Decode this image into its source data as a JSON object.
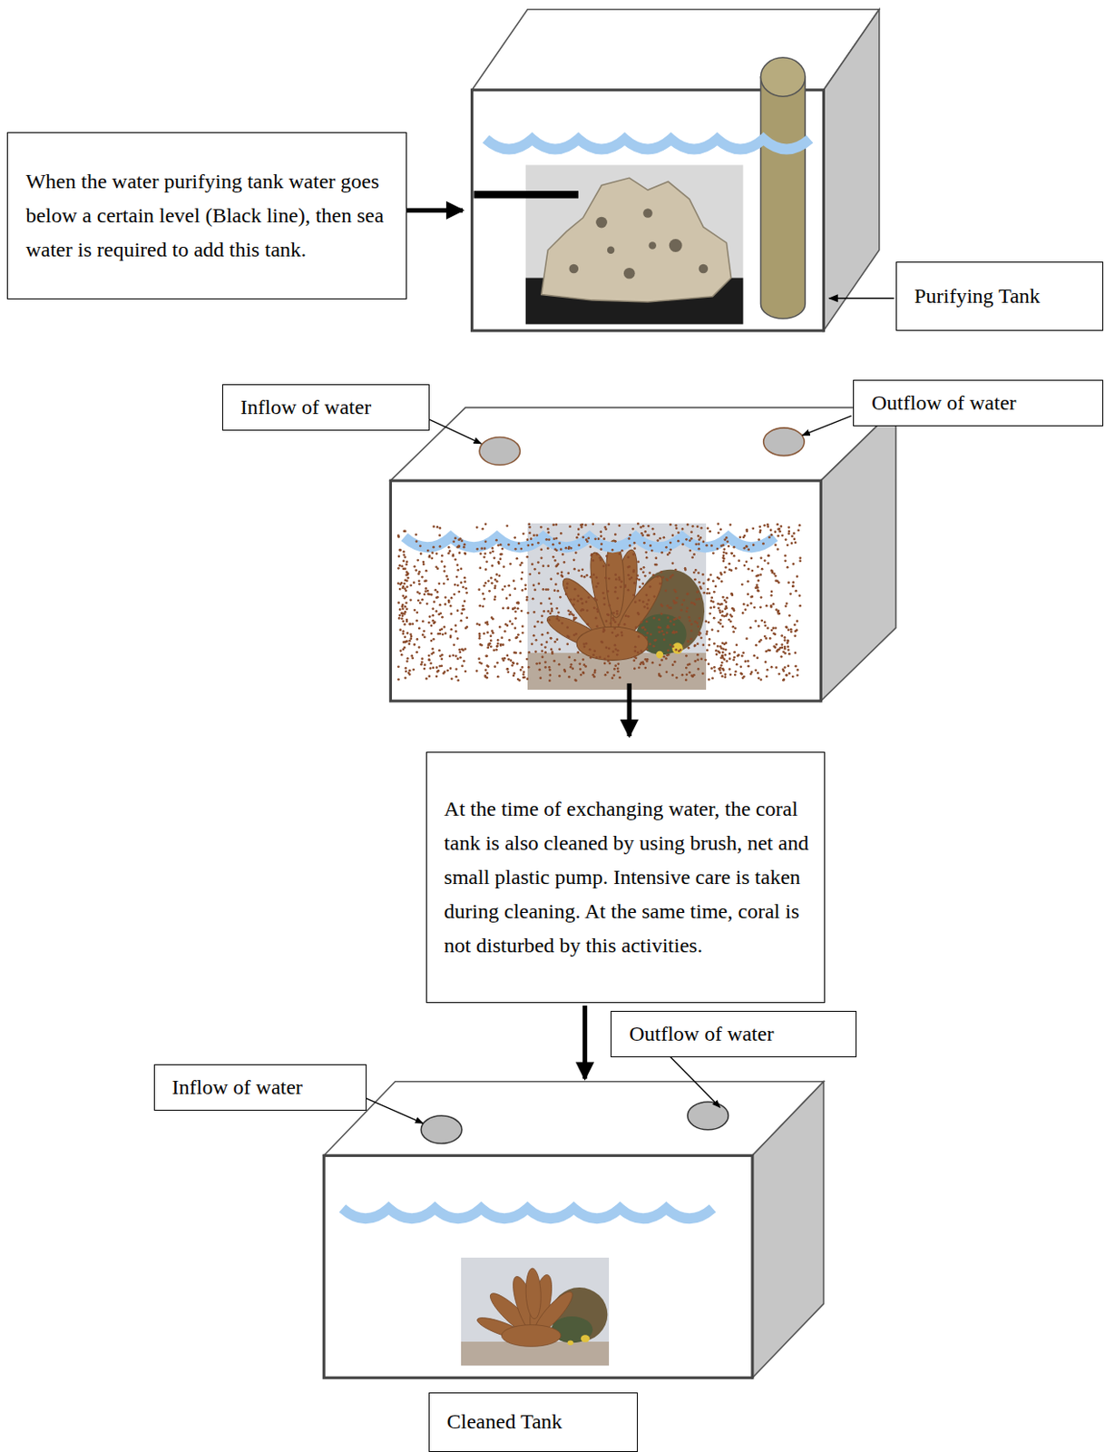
{
  "diagram": {
    "nodes": [
      {
        "text": [
          "When the water purifying tank water goes below a certain level (Black line), then sea water is required to add this tank."
        ]
      },
      {
        "text": [
          "Purifying Tank"
        ]
      },
      {
        "text": [
          "Inflow of water"
        ]
      },
      {
        "text": [
          "Outflow of water"
        ]
      },
      {
        "text": [
          "At the time of exchanging water, the coral tank is also cleaned by using brush, net and small plastic pump. Intensive care is taken during cleaning. At the same time, coral is not disturbed by this activities."
        ]
      },
      {
        "text": [
          "Outflow of water"
        ]
      },
      {
        "text": [
          "Inflow of water"
        ]
      },
      {
        "text": [
          "Cleaned Tank"
        ]
      }
    ]
  }
}
